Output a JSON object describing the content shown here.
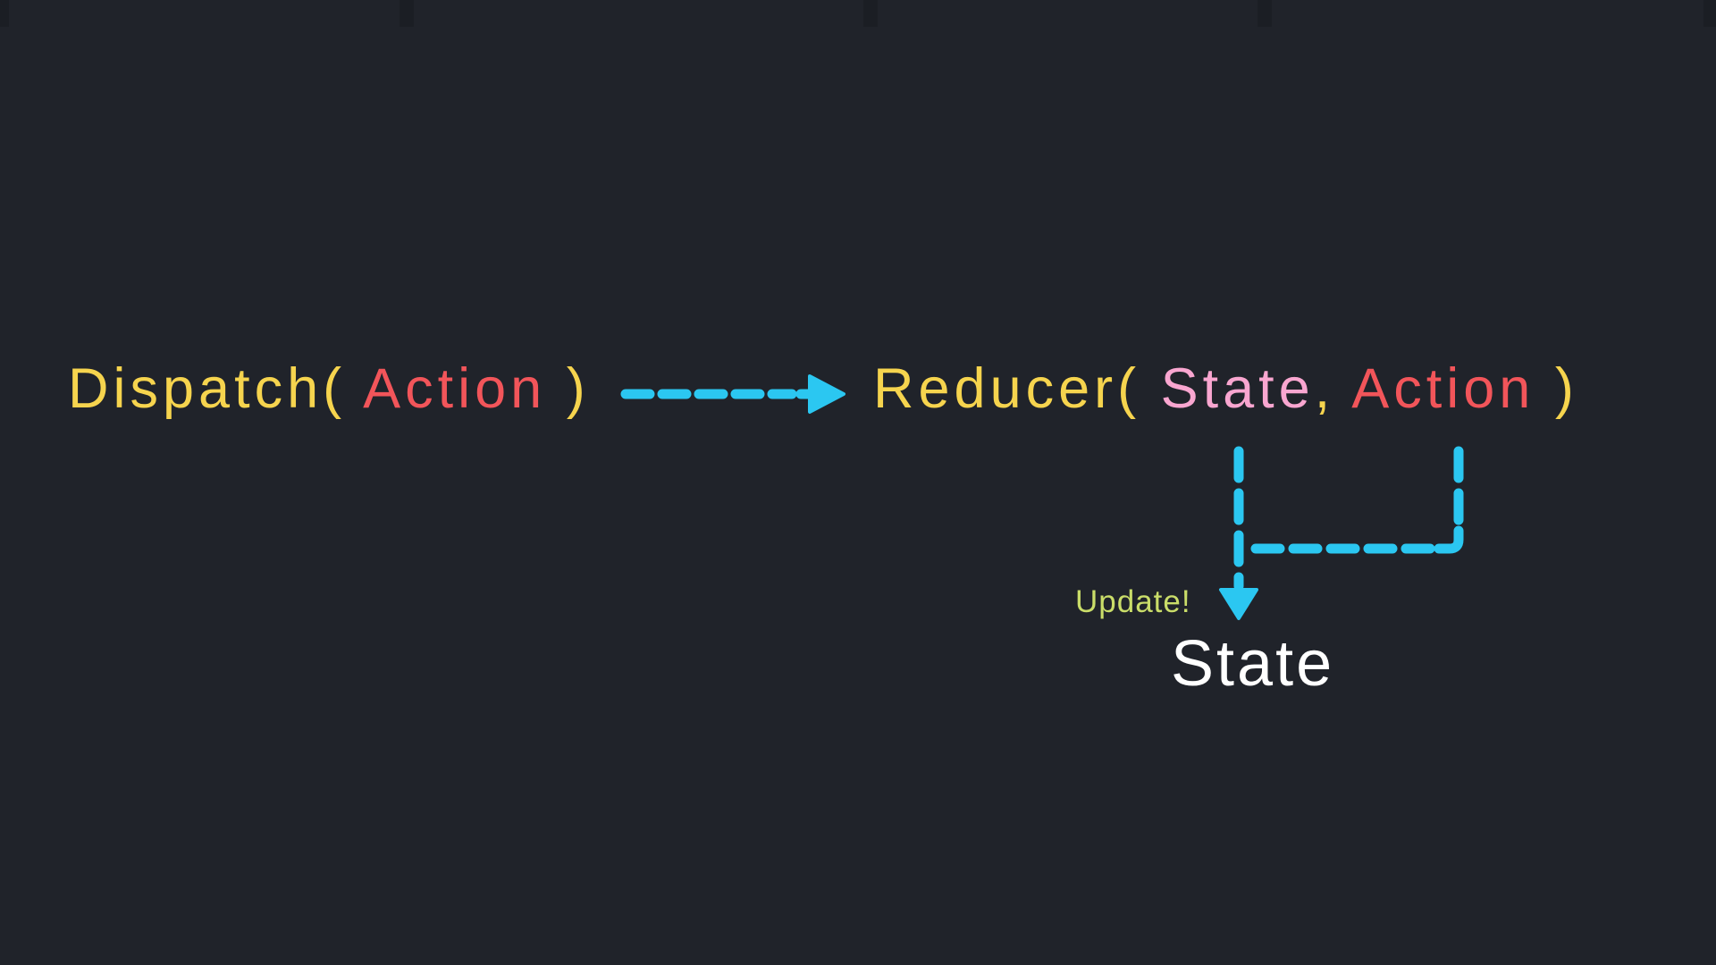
{
  "canvas": {
    "background": "#20232a"
  },
  "colors": {
    "yellow": "#f6d44e",
    "red": "#f2555a",
    "pink": "#f9a6d0",
    "cyan": "#2bc7f1",
    "green": "#cadd69",
    "white": "#ffffff",
    "edge_marker": "#1b1e24"
  },
  "flow": {
    "dispatch": {
      "fn": "Dispatch( ",
      "arg": "Action",
      "close": " )"
    },
    "reducer": {
      "fn": "Reducer( ",
      "arg_state": "State",
      "comma": ", ",
      "arg_action": "Action",
      "close": " )"
    },
    "update_label": "Update!",
    "result_state_label": "State"
  }
}
